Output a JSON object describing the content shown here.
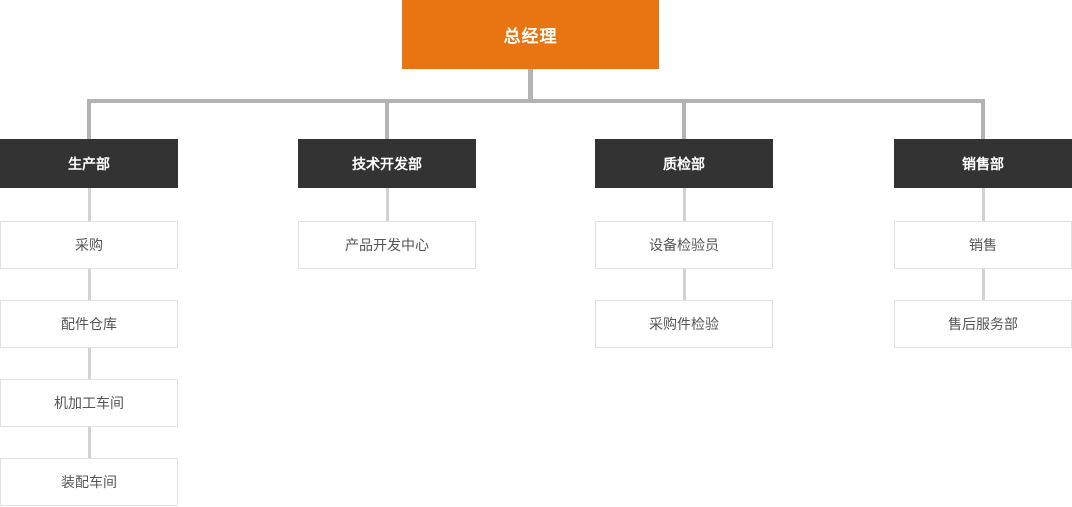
{
  "root": {
    "label": "总经理"
  },
  "departments": [
    {
      "label": "生产部",
      "children": [
        "采购",
        "配件仓库",
        "机加工车间",
        "装配车间"
      ]
    },
    {
      "label": "技术开发部",
      "children": [
        "产品开发中心"
      ]
    },
    {
      "label": "质检部",
      "children": [
        "设备检验员",
        "采购件检验"
      ]
    },
    {
      "label": "销售部",
      "children": [
        "销售",
        "售后服务部"
      ]
    }
  ],
  "colors": {
    "accent_orange": "#E87511",
    "department_bg": "#333333",
    "main_connector": "#b3b3b3",
    "child_connector": "#d2d2d2",
    "child_border": "#e2e2e2",
    "child_text": "#555555"
  }
}
